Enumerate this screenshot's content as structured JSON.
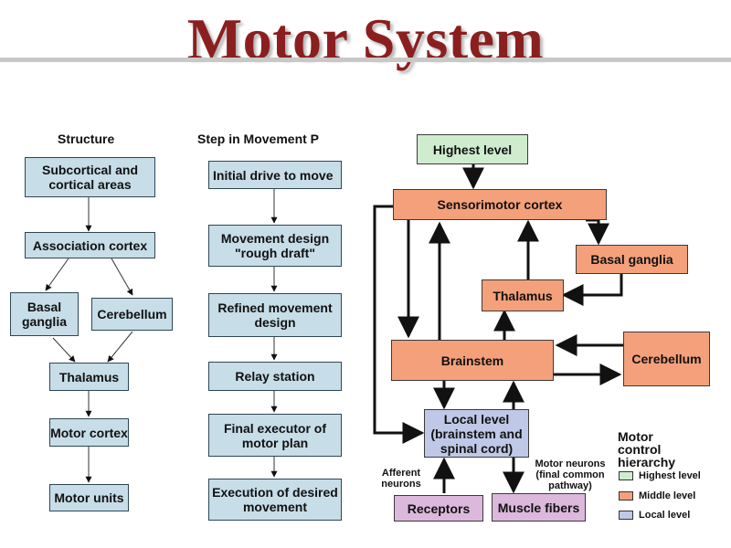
{
  "title": "Motor System",
  "left": {
    "header": "Structure",
    "boxes": {
      "subcortical": "Subcortical and cortical areas",
      "association": "Association cortex",
      "basal": "Basal ganglia",
      "cerebellum": "Cerebellum",
      "thalamus": "Thalamus",
      "motor_cortex": "Motor cortex",
      "motor_units": "Motor units"
    }
  },
  "middle": {
    "header": "Step in Movement P",
    "boxes": {
      "initial": "Initial drive to move",
      "design": "Movement design \"rough draft\"",
      "refined": "Refined movement design",
      "relay": "Relay station",
      "final": "Final executor of motor plan",
      "execution": "Execution of desired movement"
    }
  },
  "right": {
    "boxes": {
      "highest": "Highest level",
      "sensorimotor": "Sensorimotor cortex",
      "basal": "Basal ganglia",
      "thalamus": "Thalamus",
      "brainstem": "Brainstem",
      "cerebellum": "Cerebellum",
      "local": "Local level (brainstem and spinal cord)",
      "receptors": "Receptors",
      "muscle": "Muscle fibers"
    },
    "notes": {
      "afferent": "Afferent neurons",
      "motor_neurons": "Motor neurons (final common pathway)"
    },
    "legend": {
      "title": "Motor control hierarchy",
      "items": [
        "Highest level",
        "Middle level",
        "Local level"
      ]
    }
  },
  "colors": {
    "title": "#8b1f1f",
    "blue_box": "#c7dde8",
    "green": "#cfeccf",
    "orange": "#f4a07a",
    "lavender": "#c0c8e8",
    "pink": "#dcb8dc"
  }
}
